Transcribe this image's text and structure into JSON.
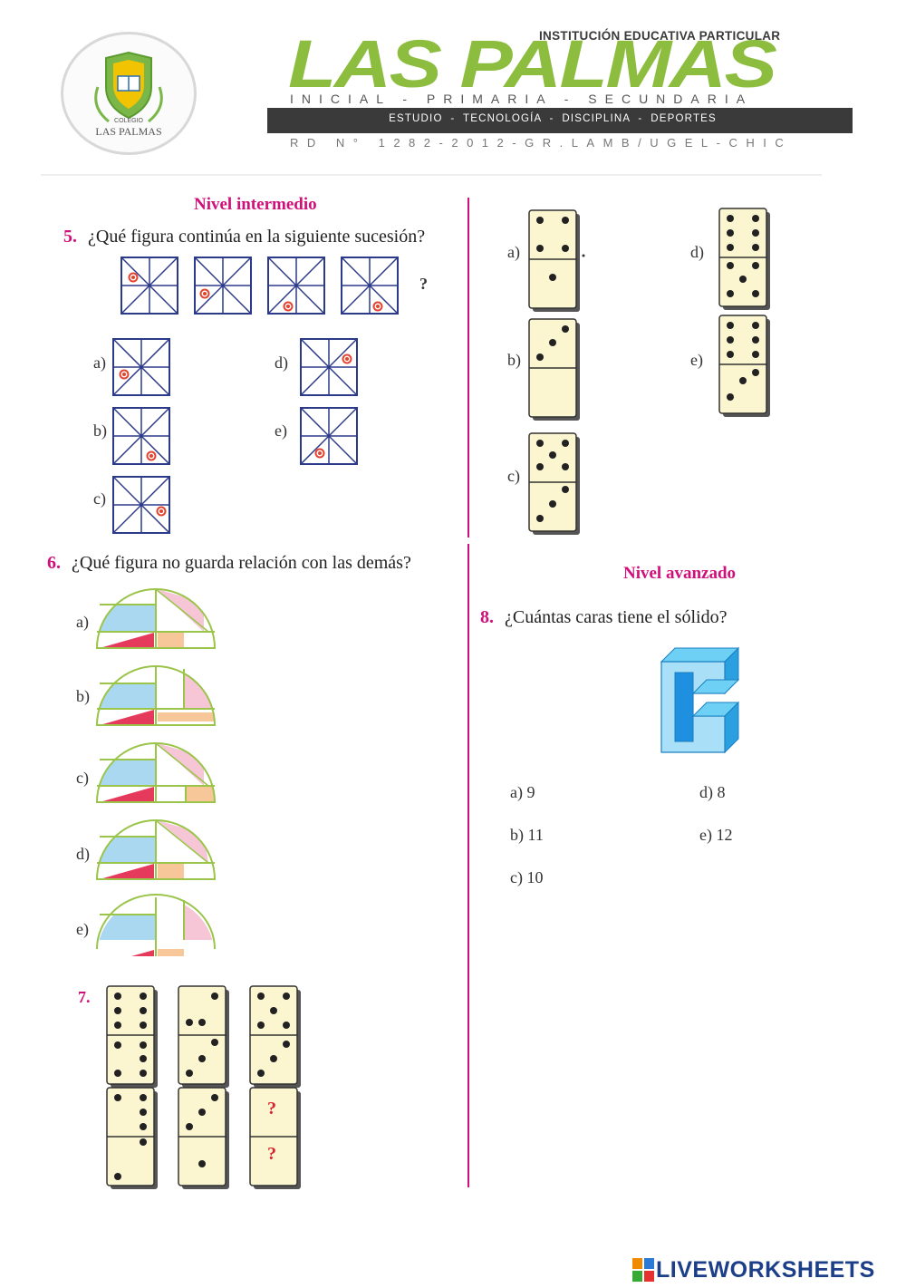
{
  "header": {
    "institution_label": "INSTITUCIÓN EDUCATIVA PARTICULAR",
    "brand_title": "LAS PALMAS",
    "levels_line": "INICIAL - PRIMARIA - SECUNDARIA",
    "values_line": "ESTUDIO  -  TECNOLOGÍA  -  DISCIPLINA  -  DEPORTES",
    "resolution_line": "RD N° 1282-2012-GR.LAMB/UGEL-CHIC",
    "logo_small_text": "COLEGIO",
    "logo_name": "LAS PALMAS",
    "colors": {
      "brand_green": "#8cbd3f",
      "dark_bar": "#3a3a3a",
      "accent_pink": "#d0107a"
    }
  },
  "sections": {
    "intermediate_title": "Nivel intermedio",
    "advanced_title": "Nivel avanzado"
  },
  "q5": {
    "number": "5.",
    "text": "¿Qué figura continúa en la siguiente sucesión?",
    "unknown": "?",
    "options": {
      "a": "a)",
      "b": "b)",
      "c": "c)",
      "d": "d)",
      "e": "e)"
    }
  },
  "q6": {
    "number": "6.",
    "text": "¿Qué figura no guarda relación con las demás?",
    "options": {
      "a": "a)",
      "b": "b)",
      "c": "c)",
      "d": "d)",
      "e": "e)"
    }
  },
  "q7": {
    "number": "7.",
    "unknown_top": "?",
    "unknown_bottom": "?",
    "options": {
      "a": "a)",
      "b": "b)",
      "c": "c)",
      "d": "d)",
      "e": "e)"
    }
  },
  "q8": {
    "number": "8.",
    "text": "¿Cuántas caras tiene el sólido?",
    "answers": {
      "a": "a) 9",
      "b": "b) 11",
      "c": "c) 10",
      "d": "d)  8",
      "e": "e)  12"
    }
  },
  "footer": {
    "brand_prefix": "LIVE",
    "brand_suffix": "LIVEWORKSHEETS"
  }
}
